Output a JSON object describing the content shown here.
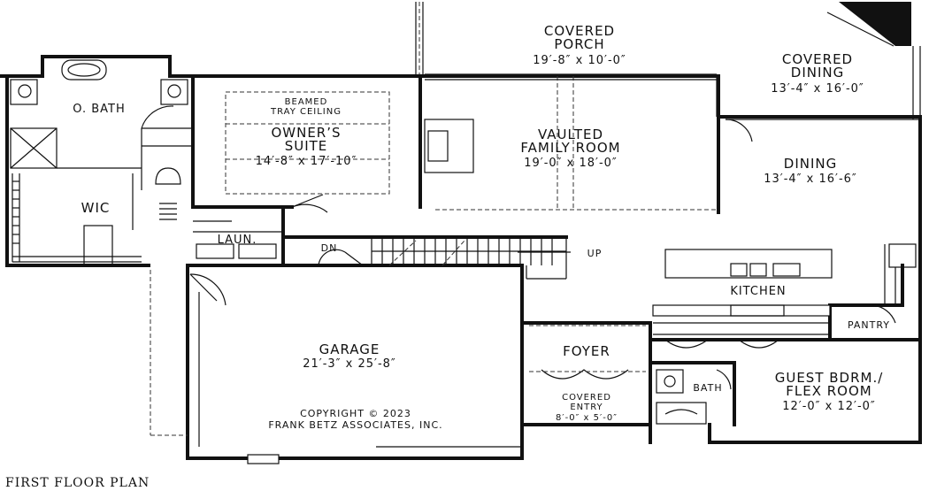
{
  "plan_title": "FIRST FLOOR PLAN",
  "copyright": {
    "line1": "COPYRIGHT  ©  2023",
    "line2": "FRANK BETZ ASSOCIATES, INC."
  },
  "rooms": {
    "covered_porch": {
      "name1": "COVERED",
      "name2": "PORCH",
      "dims": "19′-8″ x 10′-0″"
    },
    "covered_dining": {
      "name1": "COVERED",
      "name2": "DINING",
      "dims": "13′-4″ x 16′-0″"
    },
    "owners_suite": {
      "note1": "BEAMED",
      "note2": "TRAY CEILING",
      "name1": "OWNER’S",
      "name2": "SUITE",
      "dims": "14′-8″ x 17′-10″"
    },
    "family_room": {
      "name1": "VAULTED",
      "name2": "FAMILY ROOM",
      "dims": "19′-0″ x 18′-0″"
    },
    "dining": {
      "name": "DINING",
      "dims": "13′-4″ x 16′-6″"
    },
    "obath": {
      "name": "O. BATH"
    },
    "wic": {
      "name": "WIC"
    },
    "laundry": {
      "name": "LAUN."
    },
    "kitchen": {
      "name": "KITCHEN"
    },
    "pantry": {
      "name": "PANTRY"
    },
    "garage": {
      "name": "GARAGE",
      "dims": "21′-3″ x 25′-8″"
    },
    "foyer": {
      "name": "FOYER"
    },
    "covered_entry": {
      "name1": "COVERED",
      "name2": "ENTRY",
      "dims": "8′-0″ x 5′-0″"
    },
    "bath": {
      "name": "BATH"
    },
    "guest": {
      "name1": "GUEST BDRM./",
      "name2": "FLEX ROOM",
      "dims": "12′-0″ x 12′-0″"
    }
  },
  "stairs": {
    "down": "DN",
    "up": "UP"
  }
}
